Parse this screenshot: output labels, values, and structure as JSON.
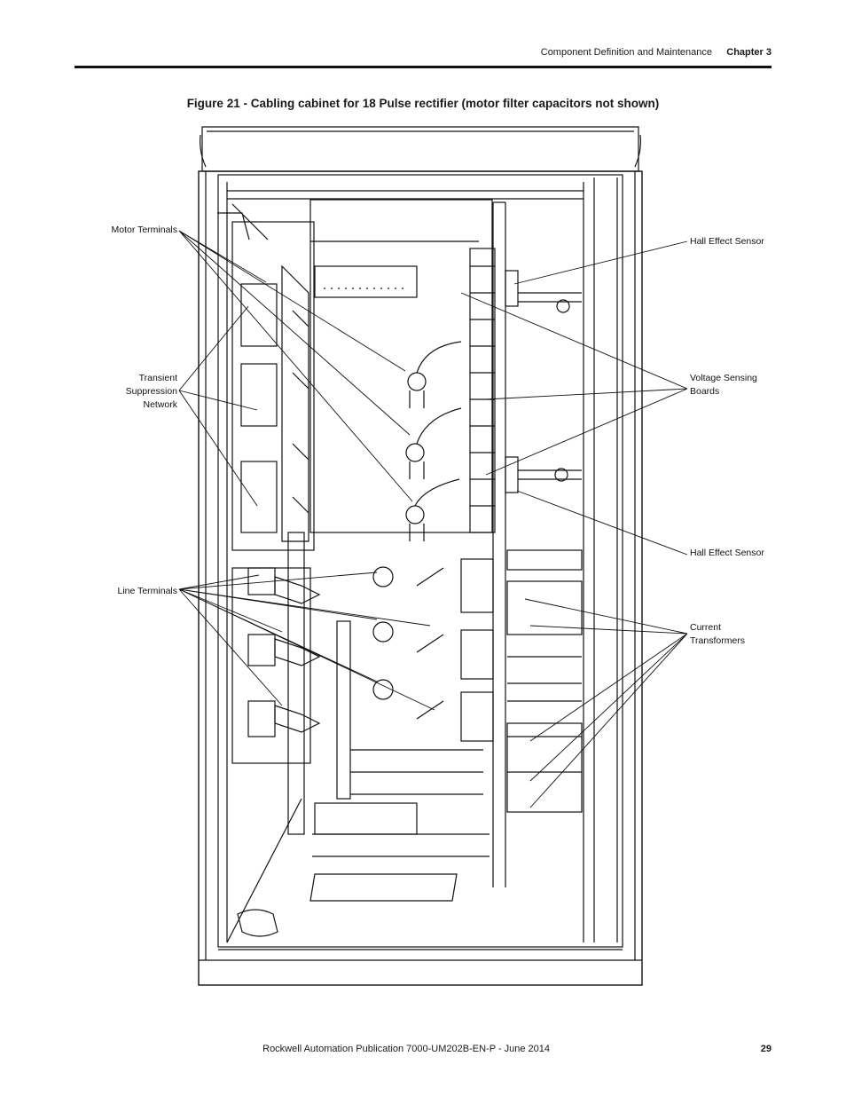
{
  "header": {
    "section": "Component Definition and Maintenance",
    "chapter": "Chapter 3"
  },
  "figure": {
    "title": "Figure 21 - Cabling cabinet for 18 Pulse rectifier (motor filter capacitors not shown)"
  },
  "callouts": {
    "motor_terminals": "Motor Terminals",
    "tsn_line1": "Transient",
    "tsn_line2": "Suppression",
    "tsn_line3": "Network",
    "line_terminals": "Line Terminals",
    "hall_top": "Hall Effect Sensor",
    "vsb_line1": "Voltage Sensing",
    "vsb_line2": "Boards",
    "hall_bottom": "Hall Effect Sensor",
    "ct_line1": "Current",
    "ct_line2": "Transformers"
  },
  "footer": {
    "publication": "Rockwell Automation Publication 7000-UM202B-EN-P - June 2014",
    "page_number": "29"
  }
}
